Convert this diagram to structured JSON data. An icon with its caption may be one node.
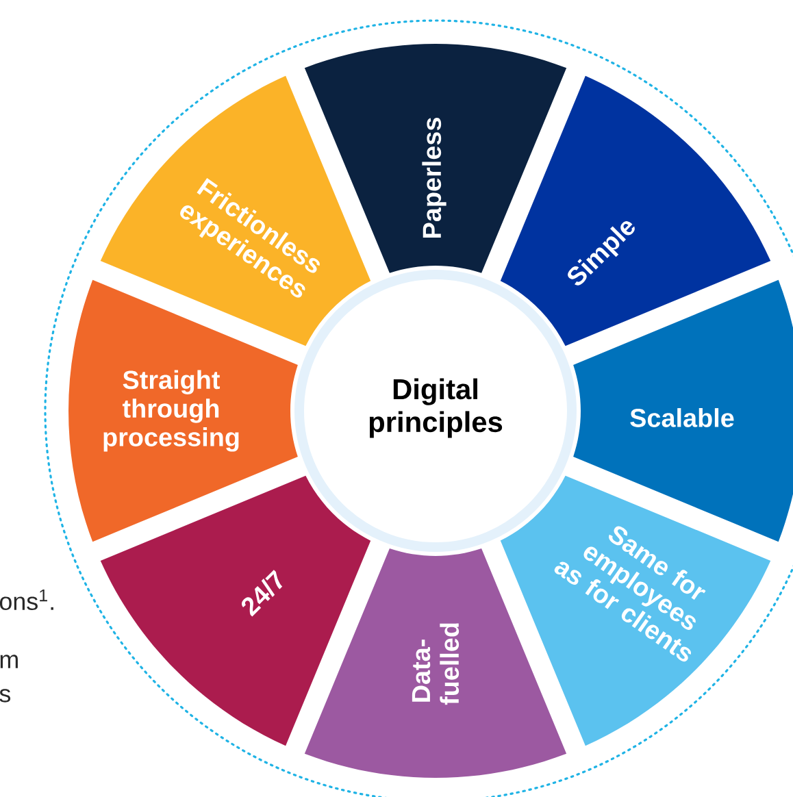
{
  "diagram": {
    "nodes": [
      {
        "text": [
          "Digital principles"
        ]
      },
      {
        "text": [
          "Paperless"
        ]
      },
      {
        "text": [
          "Simple"
        ]
      },
      {
        "text": [
          "Scalable"
        ]
      },
      {
        "text": [
          "Same for employees as for clients"
        ]
      },
      {
        "text": [
          "Data-fuelled"
        ]
      },
      {
        "text": [
          "24/7"
        ]
      },
      {
        "text": [
          "Straight through processing"
        ]
      },
      {
        "text": [
          "Frictionless experiences"
        ]
      }
    ],
    "labels": [
      "ons$^{1}$.",
      "m",
      "s"
    ]
  }
}
